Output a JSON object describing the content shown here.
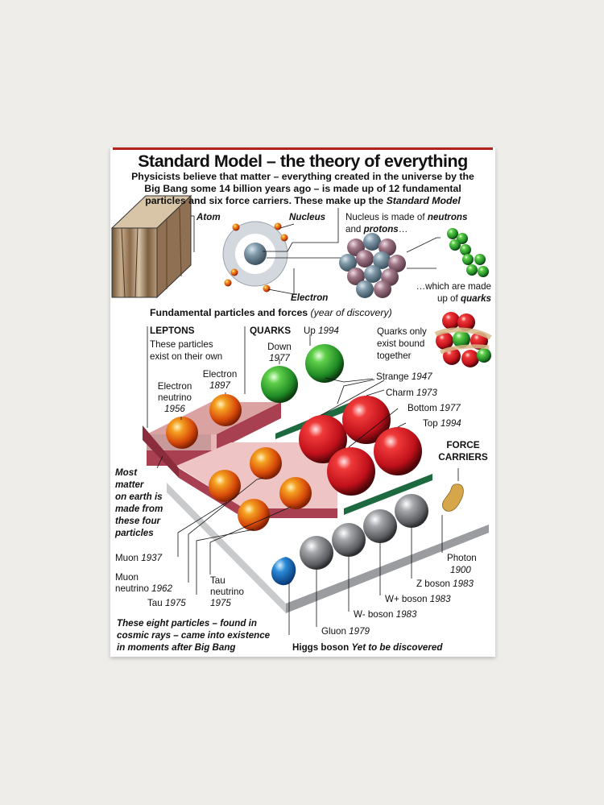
{
  "title": "Standard Model – the theory of everything",
  "intro": {
    "line1": "Physicists believe that matter – everything created in the universe by the",
    "line2": "Big Bang some 14 billion years ago – is made up of 12 fundamental",
    "line3": "particles and six force carriers. These make up the",
    "line3_em": "Standard Model"
  },
  "atom": {
    "atom_label": "Atom",
    "nucleus_label": "Nucleus",
    "electron_label": "Electron",
    "nucleus_note_line1_pre": "Nucleus is made of",
    "nucleus_note_line1_em": "neutrons",
    "nucleus_note_line2_pre": "and",
    "nucleus_note_line2_em": "protons",
    "nucleus_note_line2_post": "…",
    "quarks_note_line1": "…which are made",
    "quarks_note_line2_pre": "up of",
    "quarks_note_line2_em": "quarks"
  },
  "section_heading": {
    "text": "Fundamental particles and forces",
    "em": "(year of discovery)"
  },
  "leptons": {
    "heading": "LEPTONS",
    "desc_line1": "These particles",
    "desc_line2": "exist on their own",
    "electron_neutrino_line1": "Electron",
    "electron_neutrino_line2": "neutrino",
    "electron_neutrino_year": "1956",
    "electron_name": "Electron",
    "electron_year": "1897",
    "muon_name": "Muon",
    "muon_year": "1937",
    "muon_neutrino_line1": "Muon",
    "muon_neutrino_line2": "neutrino",
    "muon_neutrino_year": "1962",
    "tau_name": "Tau",
    "tau_year": "1975",
    "tau_neutrino_line1": "Tau",
    "tau_neutrino_line2": "neutrino",
    "tau_neutrino_year": "1975"
  },
  "quarks": {
    "heading": "QUARKS",
    "up_name": "Up",
    "up_year": "1994",
    "down_name": "Down",
    "down_year": "1977",
    "strange_name": "Strange",
    "strange_year": "1947",
    "charm_name": "Charm",
    "charm_year": "1973",
    "bottom_name": "Bottom",
    "bottom_year": "1977",
    "top_name": "Top",
    "top_year": "1994",
    "bound_line1": "Quarks only",
    "bound_line2": "exist bound",
    "bound_line3": "together"
  },
  "force_carriers": {
    "heading_line1": "FORCE",
    "heading_line2": "CARRIERS",
    "photon_name": "Photon",
    "photon_year": "1900",
    "z_name": "Z boson",
    "z_year": "1983",
    "wplus_name": "W+ boson",
    "wplus_year": "1983",
    "wminus_name": "W- boson",
    "wminus_year": "1983",
    "gluon_name": "Gluon",
    "gluon_year": "1979",
    "higgs_name": "Higgs boson",
    "higgs_status": "Yet to be discovered"
  },
  "notes": {
    "matter_line1": "Most",
    "matter_line2": "matter",
    "matter_line3": "on earth is",
    "matter_line4": "made from",
    "matter_line5": "these four",
    "matter_line6": "particles",
    "cosmic_line1": "These eight particles – found in",
    "cosmic_line2": "cosmic rays – came into existence",
    "cosmic_line3": "in moments after Big Bang"
  },
  "colors": {
    "title_rule": "#b32218",
    "lepton": "#e8560d",
    "quark_green": "#2f9a2c",
    "quark_red": "#d8141c",
    "boson_grey": "#8a8c90",
    "photon": "#d5a64a",
    "higgs": "#1a6fc0",
    "lepton_platform": "#d9868a",
    "quark_stripe": "#1e6a40"
  }
}
